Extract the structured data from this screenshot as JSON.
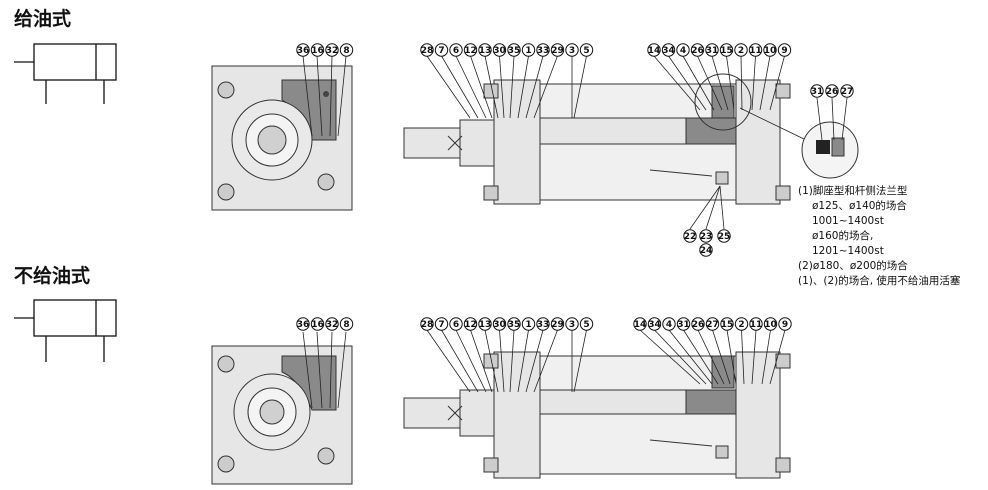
{
  "sections": [
    {
      "title": "给油式",
      "end_view_balloons": [
        "36",
        "16",
        "32",
        "8"
      ],
      "side_view_left_balloons": [
        "28",
        "7",
        "6",
        "12",
        "13",
        "30",
        "35",
        "1",
        "33",
        "29",
        "3",
        "5"
      ],
      "side_view_right_balloons": [
        "14",
        "34",
        "4",
        "26",
        "31",
        "15",
        "2",
        "11",
        "10",
        "9"
      ],
      "bottom_balloons": [
        "22",
        "23",
        "25",
        "24"
      ]
    },
    {
      "title": "不给油式",
      "end_view_balloons": [
        "36",
        "16",
        "32",
        "8"
      ],
      "side_view_left_balloons": [
        "28",
        "7",
        "6",
        "12",
        "13",
        "30",
        "35",
        "1",
        "33",
        "29",
        "3",
        "5"
      ],
      "side_view_right_balloons": [
        "14",
        "34",
        "4",
        "31",
        "26",
        "27",
        "15",
        "2",
        "11",
        "10",
        "9"
      ],
      "bottom_balloons": []
    }
  ],
  "detail_balloons": [
    "31",
    "26",
    "27"
  ],
  "notes": [
    "(1)脚座型和杆侧法兰型",
    "ø125、ø140的场合",
    "1001~1400st",
    "ø160的场合,",
    "1201~1400st",
    "(2)ø180、ø200的场合",
    "(1)、(2)的场合, 使用不给油用活塞"
  ],
  "colors": {
    "body_fill": "#e6e6e6",
    "dark_fill": "#8a8a8a",
    "line": "#222222"
  }
}
